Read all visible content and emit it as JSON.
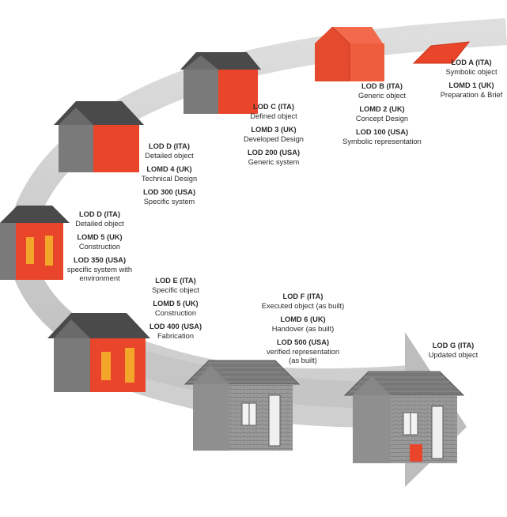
{
  "stages": [
    {
      "lines": [
        {
          "code": "LOD A (ITA)",
          "desc": "Symbolic object"
        },
        {
          "code": "LOMD 1 (UK)",
          "desc": "Preparation & Brief"
        }
      ]
    },
    {
      "lines": [
        {
          "code": "LOD B (ITA)",
          "desc": "Generic object"
        },
        {
          "code": "LOMD 2 (UK)",
          "desc": "Concept Design"
        },
        {
          "code": "LOD 100 (USA)",
          "desc": "Symbolic representation"
        }
      ]
    },
    {
      "lines": [
        {
          "code": "LOD C (ITA)",
          "desc": "Defined object"
        },
        {
          "code": "LOMD 3 (UK)",
          "desc": "Developed Design"
        },
        {
          "code": "LOD 200 (USA)",
          "desc": "Generic system"
        }
      ]
    },
    {
      "lines": [
        {
          "code": "LOD D (ITA)",
          "desc": "Detailed object"
        },
        {
          "code": "LOMD 4 (UK)",
          "desc": "Technical Design"
        },
        {
          "code": "LOD 300 (USA)",
          "desc": "Specific system"
        }
      ]
    },
    {
      "lines": [
        {
          "code": "LOD D (ITA)",
          "desc": "Detailed object"
        },
        {
          "code": "LOMD 5 (UK)",
          "desc": "Construction"
        },
        {
          "code": "LOD 350 (USA)",
          "desc": "specific system with environment"
        }
      ]
    },
    {
      "lines": [
        {
          "code": "LOD E (ITA)",
          "desc": "Specific object"
        },
        {
          "code": "LOMD 5 (UK)",
          "desc": "Construction"
        },
        {
          "code": "LOD 400 (USA)",
          "desc": "Fabrication"
        }
      ]
    },
    {
      "lines": [
        {
          "code": "LOD F (ITA)",
          "desc": "Executed object (as built)"
        },
        {
          "code": "LOMD 6 (UK)",
          "desc": "Handover (as built)"
        },
        {
          "code": "LOD 500 (USA)",
          "desc": "verified representation (as built)"
        }
      ]
    },
    {
      "lines": [
        {
          "code": "LOD G (ITA)",
          "desc": "Updated object"
        }
      ]
    }
  ],
  "colors": {
    "path": "#d6d6d6",
    "roof": "#4a4a4a",
    "wall_red": "#e8452a",
    "wall_grey": "#7a7a7a",
    "wall_light": "#a9a9a9",
    "frame": "#cfcfcf",
    "door_red": "#e8452a"
  }
}
